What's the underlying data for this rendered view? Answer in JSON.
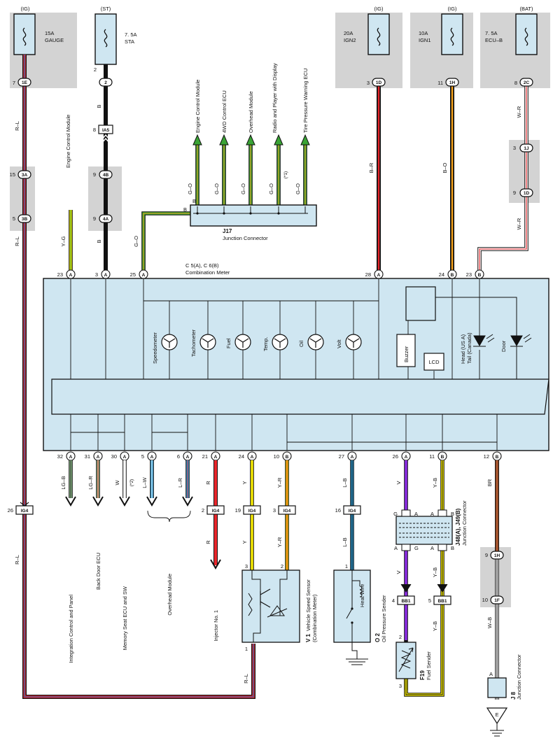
{
  "fuses": [
    {
      "source": "(IG)",
      "rating": "15A",
      "name": "GAUGE",
      "pin": "7",
      "conn": "1E"
    },
    {
      "source": "(ST)",
      "rating": "7. 5A",
      "name": "STA",
      "pin": "2",
      "conn": "2"
    },
    {
      "source": "(IG)",
      "rating": "20A",
      "name": "IGN2",
      "pin": "3",
      "conn": "1D"
    },
    {
      "source": "(IG)",
      "rating": "10A",
      "name": "IGN1",
      "pin": "11",
      "conn": "1H"
    },
    {
      "source": "(BAT)",
      "rating": "7. 5A",
      "name": "ECU–B",
      "pin": "8",
      "conn": "2C"
    }
  ],
  "junction": {
    "id": "J17",
    "name": "Junction Connector",
    "in_pin": "B",
    "branch_pin": "B",
    "outputs": [
      {
        "label": "Engine Control Module",
        "wire": "G–O"
      },
      {
        "label": "4WD Control ECU",
        "wire": "G–O"
      },
      {
        "label": "Overhead Module",
        "wire": "G–O"
      },
      {
        "label": "Radio and Player with Display",
        "wire": "G–O",
        "note": "(*1)"
      },
      {
        "label": "Tire Pressure Warning ECU",
        "wire": "G–O"
      }
    ]
  },
  "left_wires": {
    "rl_top": "R–L",
    "rl_mid": "R–L",
    "rl_low": "R–L",
    "rl_bottom": "R–L",
    "conn_3a": "3A",
    "conn_3b": "3B",
    "pin_15": "15",
    "pin_5": "5",
    "ig4_pin": "26",
    "ig4": "IG4"
  },
  "sta_chain": {
    "pin_2": "2",
    "b1": "B",
    "pin_8": "8",
    "conn_ia5": "IA5",
    "pin_9a": "9",
    "conn_4b": "4B",
    "pin_9b": "9",
    "conn_4a": "4A",
    "b2": "B"
  },
  "ecm_wire": {
    "label": "Engine Control Module",
    "wire": "Y–G"
  },
  "meter": {
    "title": "C 5(A), C 6(B)",
    "subtitle": "Combination Meter",
    "gauges": [
      "Speedometer",
      "Tachometer",
      "Fuel",
      "Temp.",
      "Oil",
      "Volt"
    ],
    "buzzer": "Buzzer",
    "lcd": "LCD",
    "lamps": [
      "Head (US A)\nTail (Canada)",
      "Door"
    ],
    "top_pins": [
      {
        "pin": "23",
        "conn": "A"
      },
      {
        "pin": "3",
        "conn": "A"
      },
      {
        "pin": "25",
        "conn": "A"
      },
      {
        "pin": "28",
        "conn": "A"
      },
      {
        "pin": "24",
        "conn": "B"
      },
      {
        "pin": "23",
        "conn": "B"
      }
    ],
    "bottom_pins": [
      {
        "pin": "32",
        "conn": "A"
      },
      {
        "pin": "31",
        "conn": "A"
      },
      {
        "pin": "30",
        "conn": "A"
      },
      {
        "pin": "5",
        "conn": "A"
      },
      {
        "pin": "6",
        "conn": "A"
      },
      {
        "pin": "21",
        "conn": "A"
      },
      {
        "pin": "24",
        "conn": "A"
      },
      {
        "pin": "10",
        "conn": "B"
      },
      {
        "pin": "27",
        "conn": "A"
      },
      {
        "pin": "26",
        "conn": "A"
      },
      {
        "pin": "11",
        "conn": "B"
      },
      {
        "pin": "12",
        "conn": "B"
      }
    ]
  },
  "right_wires": {
    "br": "B–R",
    "bo": "B–O",
    "wr1": "W–R",
    "wr2": "W–R",
    "c1j": "1J",
    "c1d": "1D",
    "p3": "3",
    "p9": "9"
  },
  "bottom_outputs": [
    {
      "label": "Integration Control and Panel",
      "wire": "LG–B"
    },
    {
      "label": "Back Door ECU",
      "wire": "LG–R"
    },
    {
      "label": "Memory Seat ECU and SW",
      "wire": "W",
      "note": "(*2)"
    },
    {
      "wire": "L–W"
    },
    {
      "wire": "L–R"
    }
  ],
  "overhead_label": "Overhead Module",
  "injector": {
    "label": "Injector No. 1",
    "wire1": "R",
    "wire2": "R",
    "pin": "2",
    "conn": "IG4"
  },
  "vss": {
    "id": "V 1",
    "name": "Vehicle Speed Sensor",
    "sub": "(Combination Meter)",
    "wire_y1": "Y",
    "wire_y2": "Y",
    "wire_yr1": "Y–R",
    "wire_yr2": "Y–R",
    "pin_19": "19",
    "pin_3b": "3",
    "conn1": "IG4",
    "conn2": "IG4",
    "pin_3": "3",
    "pin_2": "2",
    "pin_1": "1"
  },
  "oil": {
    "id": "O 2",
    "name": "Oil Pressure Sender",
    "inner": "Heat Wire",
    "wire1": "L–B",
    "wire2": "L–B",
    "pin_16": "16",
    "conn": "IG4",
    "pin_1": "1"
  },
  "j48": {
    "id": "J48(A), J49(B)",
    "name": "Junction Connector",
    "pins": [
      "G",
      "A",
      "A",
      "B",
      "A",
      "G"
    ],
    "wire_v1": "V",
    "wire_v2": "V",
    "wire_yb1": "Y–B",
    "wire_yb2": "Y–B",
    "wire_yb3": "Y–B",
    "pin_4": "4",
    "pin_5": "5",
    "bb1a": "BB1",
    "bb1b": "BB1"
  },
  "fuel_sender": {
    "id": "F19",
    "name": "Fuel Sender",
    "pin_2": "2",
    "pin_3": "3"
  },
  "br_chain": {
    "wire1": "BR",
    "wire2": "W–B",
    "pin_9": "9",
    "conn_1h": "1H",
    "pin_10": "10",
    "conn_1f": "1F"
  },
  "j8": {
    "id": "J 8",
    "name": "Junction Connector",
    "pin": "A",
    "ground": "E"
  }
}
